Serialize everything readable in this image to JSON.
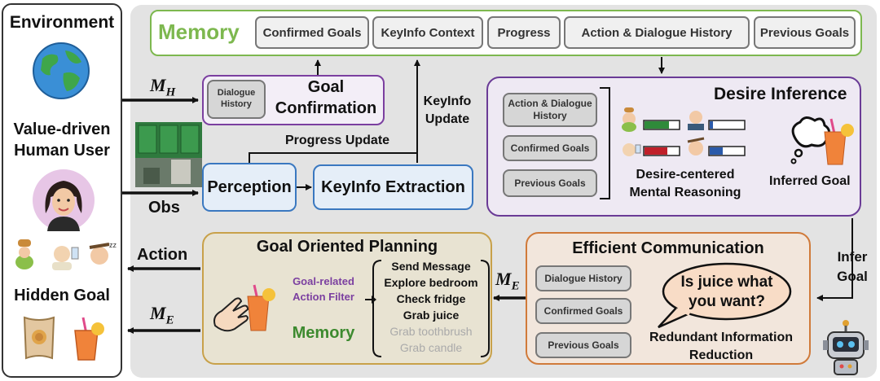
{
  "left": {
    "environment": "Environment",
    "user_line1": "Value-driven",
    "user_line2": "Human User",
    "hidden_goal": "Hidden Goal"
  },
  "arrows": {
    "mh_m": "M",
    "mh_sub": "H",
    "obs": "Obs",
    "action": "Action",
    "me_m": "M",
    "me_sub": "E",
    "progress_update": "Progress Update",
    "keyinfo_update_1": "KeyInfo",
    "keyinfo_update_2": "Update",
    "infer_goal_1": "Infer",
    "infer_goal_2": "Goal"
  },
  "memory": {
    "title": "Memory",
    "items": [
      "Confirmed Goals",
      "KeyInfo Context",
      "Progress",
      "Action & Dialogue History",
      "Previous Goals"
    ]
  },
  "goal_confirmation": {
    "dialogue_1": "Dialogue",
    "dialogue_2": "History",
    "title_1": "Goal",
    "title_2": "Confirmation"
  },
  "perception": "Perception",
  "keyinfo_extraction": "KeyInfo Extraction",
  "desire": {
    "title": "Desire Inference",
    "pill1_1": "Action & Dialogue",
    "pill1_2": "History",
    "pill2": "Confirmed Goals",
    "pill3": "Previous Goals",
    "reasoning_1": "Desire-centered",
    "reasoning_2": "Mental Reasoning",
    "inferred": "Inferred Goal"
  },
  "planning": {
    "title": "Goal Oriented Planning",
    "filter_1": "Goal-related",
    "filter_2": "Action Filter",
    "memory": "Memory",
    "actions": [
      "Send Message",
      "Explore bedroom",
      "Check fridge",
      "Grab juice",
      "Grab toothbrush",
      "Grab candle"
    ]
  },
  "communication": {
    "title": "Efficient Communication",
    "items": [
      "Dialogue History",
      "Confirmed Goals",
      "Previous Goals"
    ],
    "bubble_1": "Is juice what",
    "bubble_2": "you want?",
    "reduction_1": "Redundant Information",
    "reduction_2": "Reduction"
  },
  "colors": {
    "memory": "#7db84f",
    "goal_conf": "#7b3fa0",
    "perception": "#3a78c0",
    "desire": "#6a3b96",
    "planning": "#c8a14a",
    "communication": "#d07a3a",
    "filter": "#7b3fa0",
    "plan_memory": "#3d8a2f"
  }
}
